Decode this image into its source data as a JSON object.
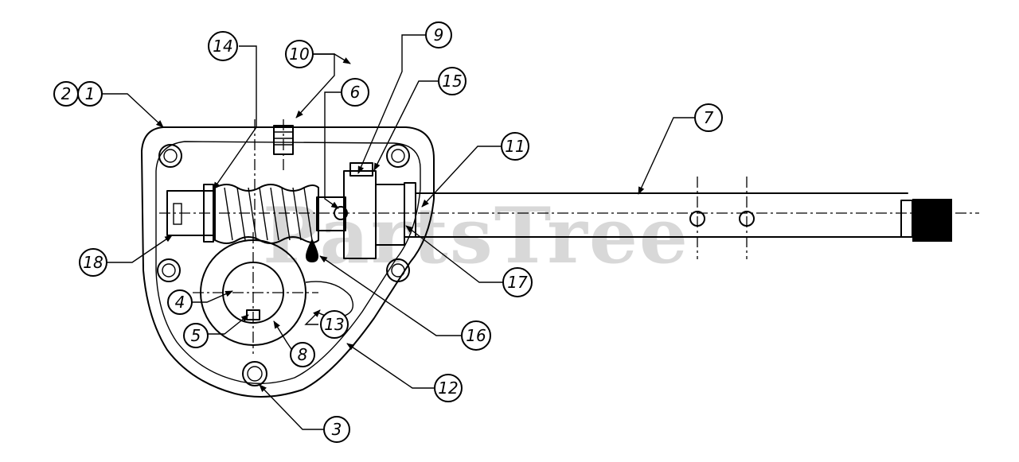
{
  "watermark": "PartsTree",
  "callouts": {
    "c2": "2",
    "c1": "1",
    "c14": "14",
    "c10": "10",
    "c9": "9",
    "c6": "6",
    "c15": "15",
    "c7": "7",
    "c11": "11",
    "c18": "18",
    "c17": "17",
    "c4": "4",
    "c5": "5",
    "c13": "13",
    "c8": "8",
    "c16": "16",
    "c12": "12",
    "c3": "3"
  }
}
